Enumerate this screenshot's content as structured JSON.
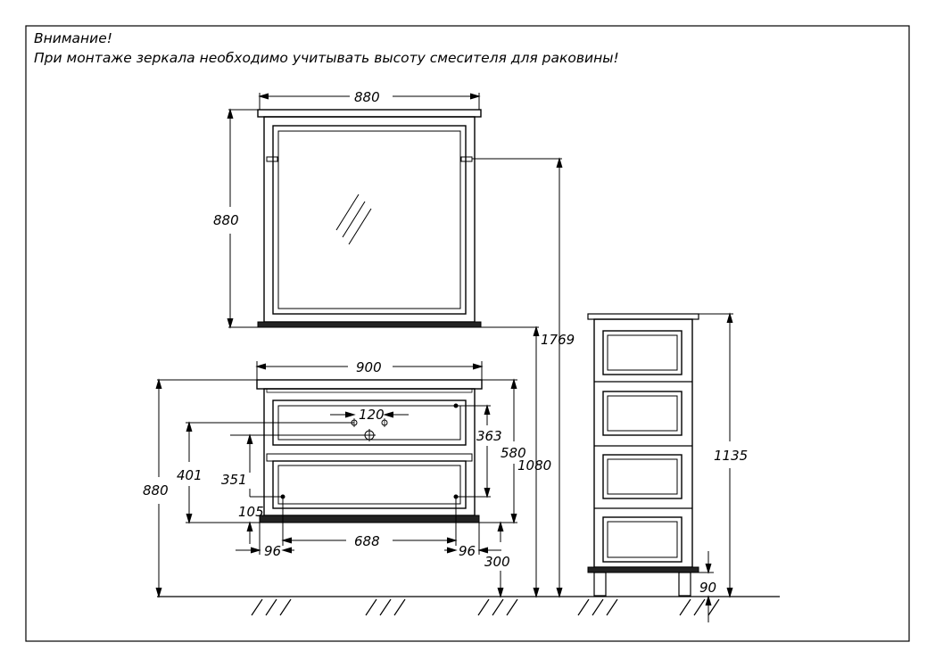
{
  "notes": {
    "warning_title": "Внимание!",
    "warning_text": "При монтаже зеркала необходимо учитывать высоту смесителя для раковины!"
  },
  "dimensions": {
    "mirror_width": "880",
    "mirror_height": "880",
    "mirror_mount_height": "1769",
    "vanity_width": "900",
    "vanity_height": "880",
    "vanity_top_height": "1080",
    "tap_spacing": "120",
    "tap_to_top": "363",
    "side_holes_height": "580",
    "drawer_dim_401": "401",
    "drawer_dim_351": "351",
    "bottom_offset_105": "105",
    "hole_spacing_688": "688",
    "side_offset_left": "96",
    "side_offset_right": "96",
    "leg_height_300": "300",
    "cabinet_height": "1135",
    "cabinet_leg_height": "90"
  }
}
